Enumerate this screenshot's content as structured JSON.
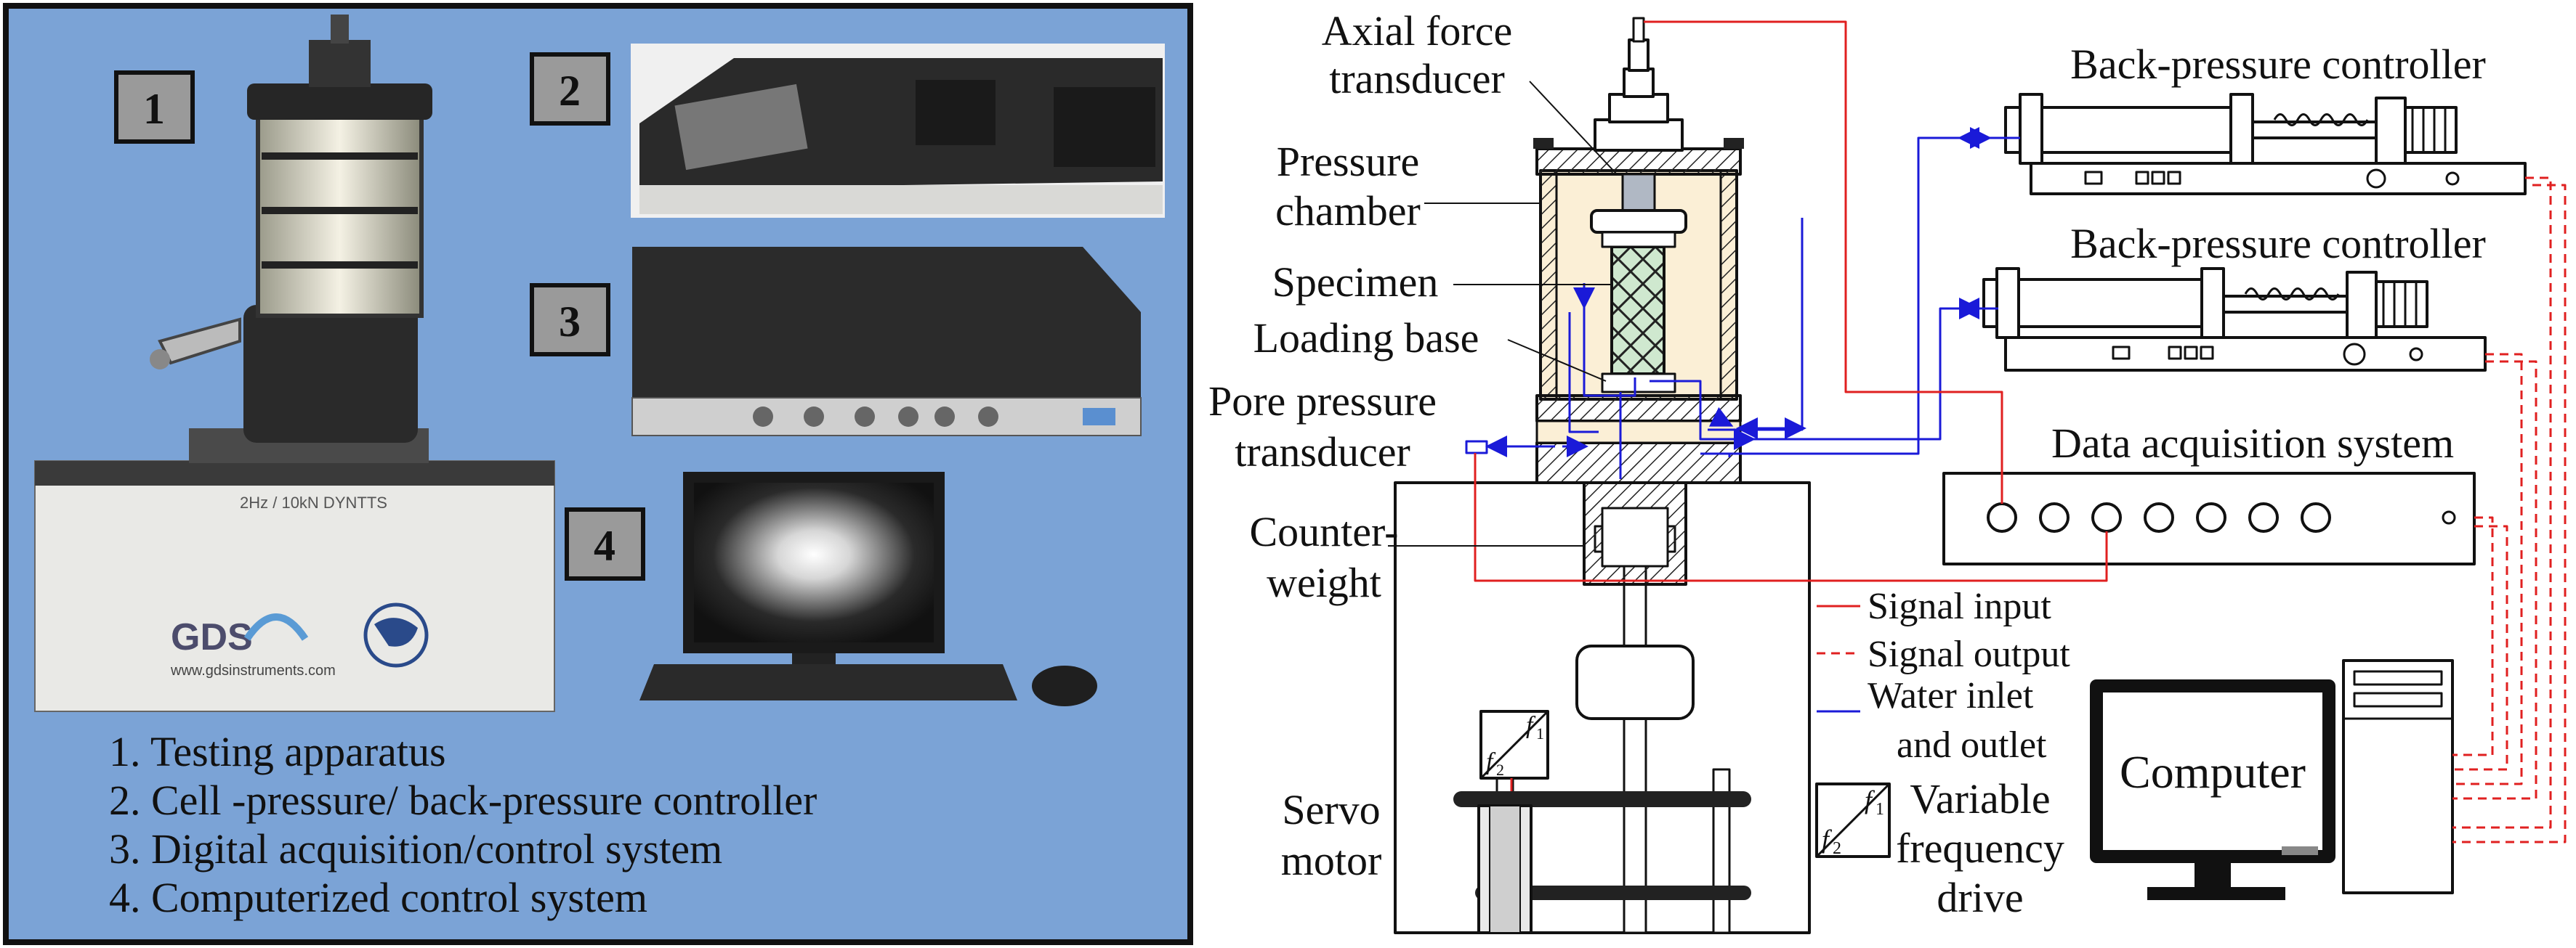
{
  "photo_panel": {
    "markers": [
      "1",
      "2",
      "3",
      "4"
    ],
    "legend": [
      "1. Testing apparatus",
      "2. Cell -pressure/ back-pressure controller",
      "3. Digital acquisition/control system",
      "4. Computerized control system"
    ],
    "machine_label": "2Hz / 10kN DYNTTS",
    "brand_logo": "GDS",
    "brand_url": "www.gdsinstruments.com",
    "background_color": "#7ba3d6"
  },
  "schematic": {
    "labels": {
      "axial_force_1": "Axial force",
      "axial_force_2": "transducer",
      "pressure_chamber_1": "Pressure",
      "pressure_chamber_2": "chamber",
      "specimen": "Specimen",
      "loading_base": "Loading base",
      "pore_pressure_1": "Pore pressure",
      "pore_pressure_2": "transducer",
      "counterweight_1": "Counter-",
      "counterweight_2": "weight",
      "servo_1": "Servo",
      "servo_2": "motor",
      "bp_controller_top": "Back-pressure controller",
      "bp_controller_mid": "Back-pressure controller",
      "data_acq": "Data acquisition system",
      "computer": "Computer",
      "vfd_1": "Variable",
      "vfd_2": "frequency",
      "vfd_3": "drive",
      "vfd_f1": "f",
      "vfd_f1_sub": "1",
      "vfd_f2": "f",
      "vfd_f2_sub": "2"
    },
    "legend": {
      "signal_input": "Signal input",
      "signal_output": "Signal output",
      "water_1": "Water inlet",
      "water_2": "and outlet"
    },
    "colors": {
      "signal": "#e02020",
      "water": "#1a1ad8",
      "chamber_fill": "#fbefd6",
      "specimen_fill": "#cfe8cf"
    }
  }
}
